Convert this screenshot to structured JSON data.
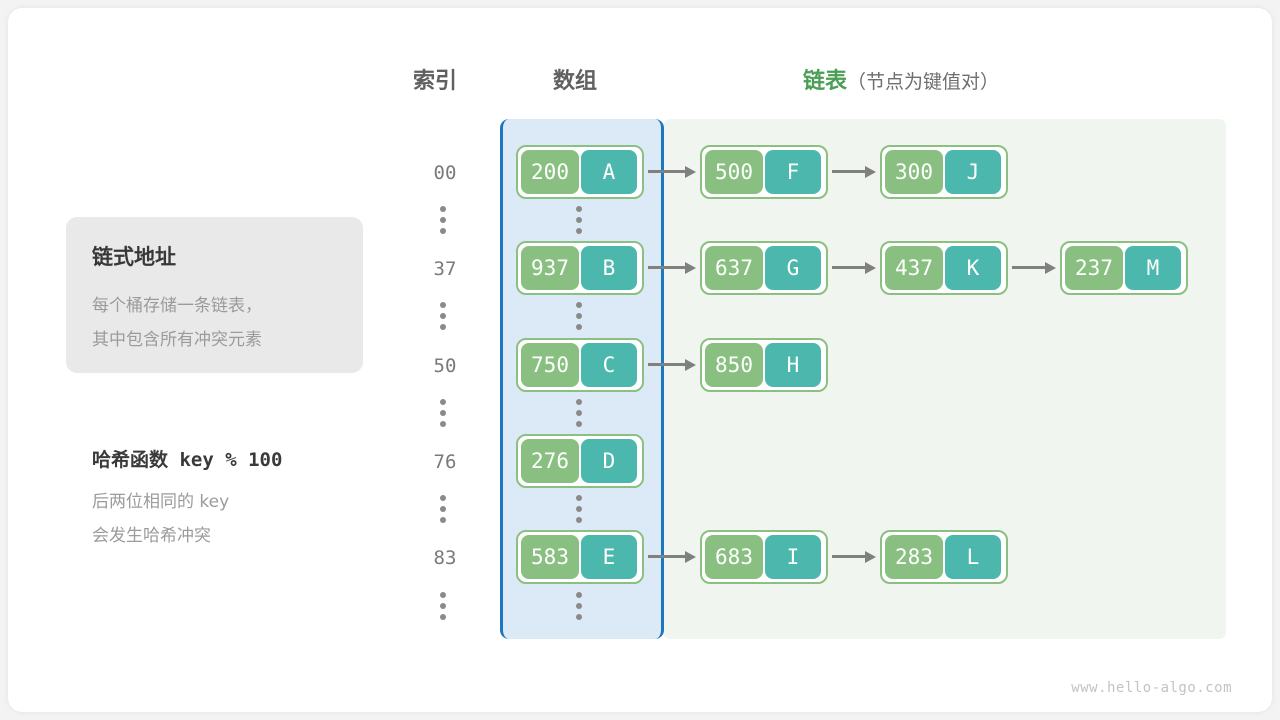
{
  "headers": {
    "index": "索引",
    "array": "数组",
    "list_main": "链表",
    "list_sub": "（节点为键值对）"
  },
  "info_card": {
    "title": "链式地址",
    "line1": "每个桶存储一条链表，",
    "line2": "其中包含所有冲突元素"
  },
  "note": {
    "title": "哈希函数 key % 100",
    "line1": "后两位相同的 key",
    "line2": "会发生哈希冲突"
  },
  "colors": {
    "key_box": "#89c081",
    "value_box": "#4cb8ad",
    "node_border": "#8cbf82",
    "array_border": "#1c76c0",
    "array_fill": "#dbeaf6",
    "list_fill": "#f0f6ef",
    "arrow": "#808080",
    "accent_green": "#4a9e55"
  },
  "buckets": [
    {
      "index": "00",
      "bucket": {
        "key": "200",
        "value": "A"
      },
      "chain": [
        {
          "key": "500",
          "value": "F"
        },
        {
          "key": "300",
          "value": "J"
        }
      ]
    },
    {
      "index": "37",
      "bucket": {
        "key": "937",
        "value": "B"
      },
      "chain": [
        {
          "key": "637",
          "value": "G"
        },
        {
          "key": "437",
          "value": "K"
        },
        {
          "key": "237",
          "value": "M"
        }
      ]
    },
    {
      "index": "50",
      "bucket": {
        "key": "750",
        "value": "C"
      },
      "chain": [
        {
          "key": "850",
          "value": "H"
        }
      ]
    },
    {
      "index": "76",
      "bucket": {
        "key": "276",
        "value": "D"
      },
      "chain": []
    },
    {
      "index": "83",
      "bucket": {
        "key": "583",
        "value": "E"
      },
      "chain": [
        {
          "key": "683",
          "value": "I"
        },
        {
          "key": "283",
          "value": "L"
        }
      ]
    }
  ],
  "ellipsis_rows": 6,
  "watermark": "www.hello-algo.com"
}
